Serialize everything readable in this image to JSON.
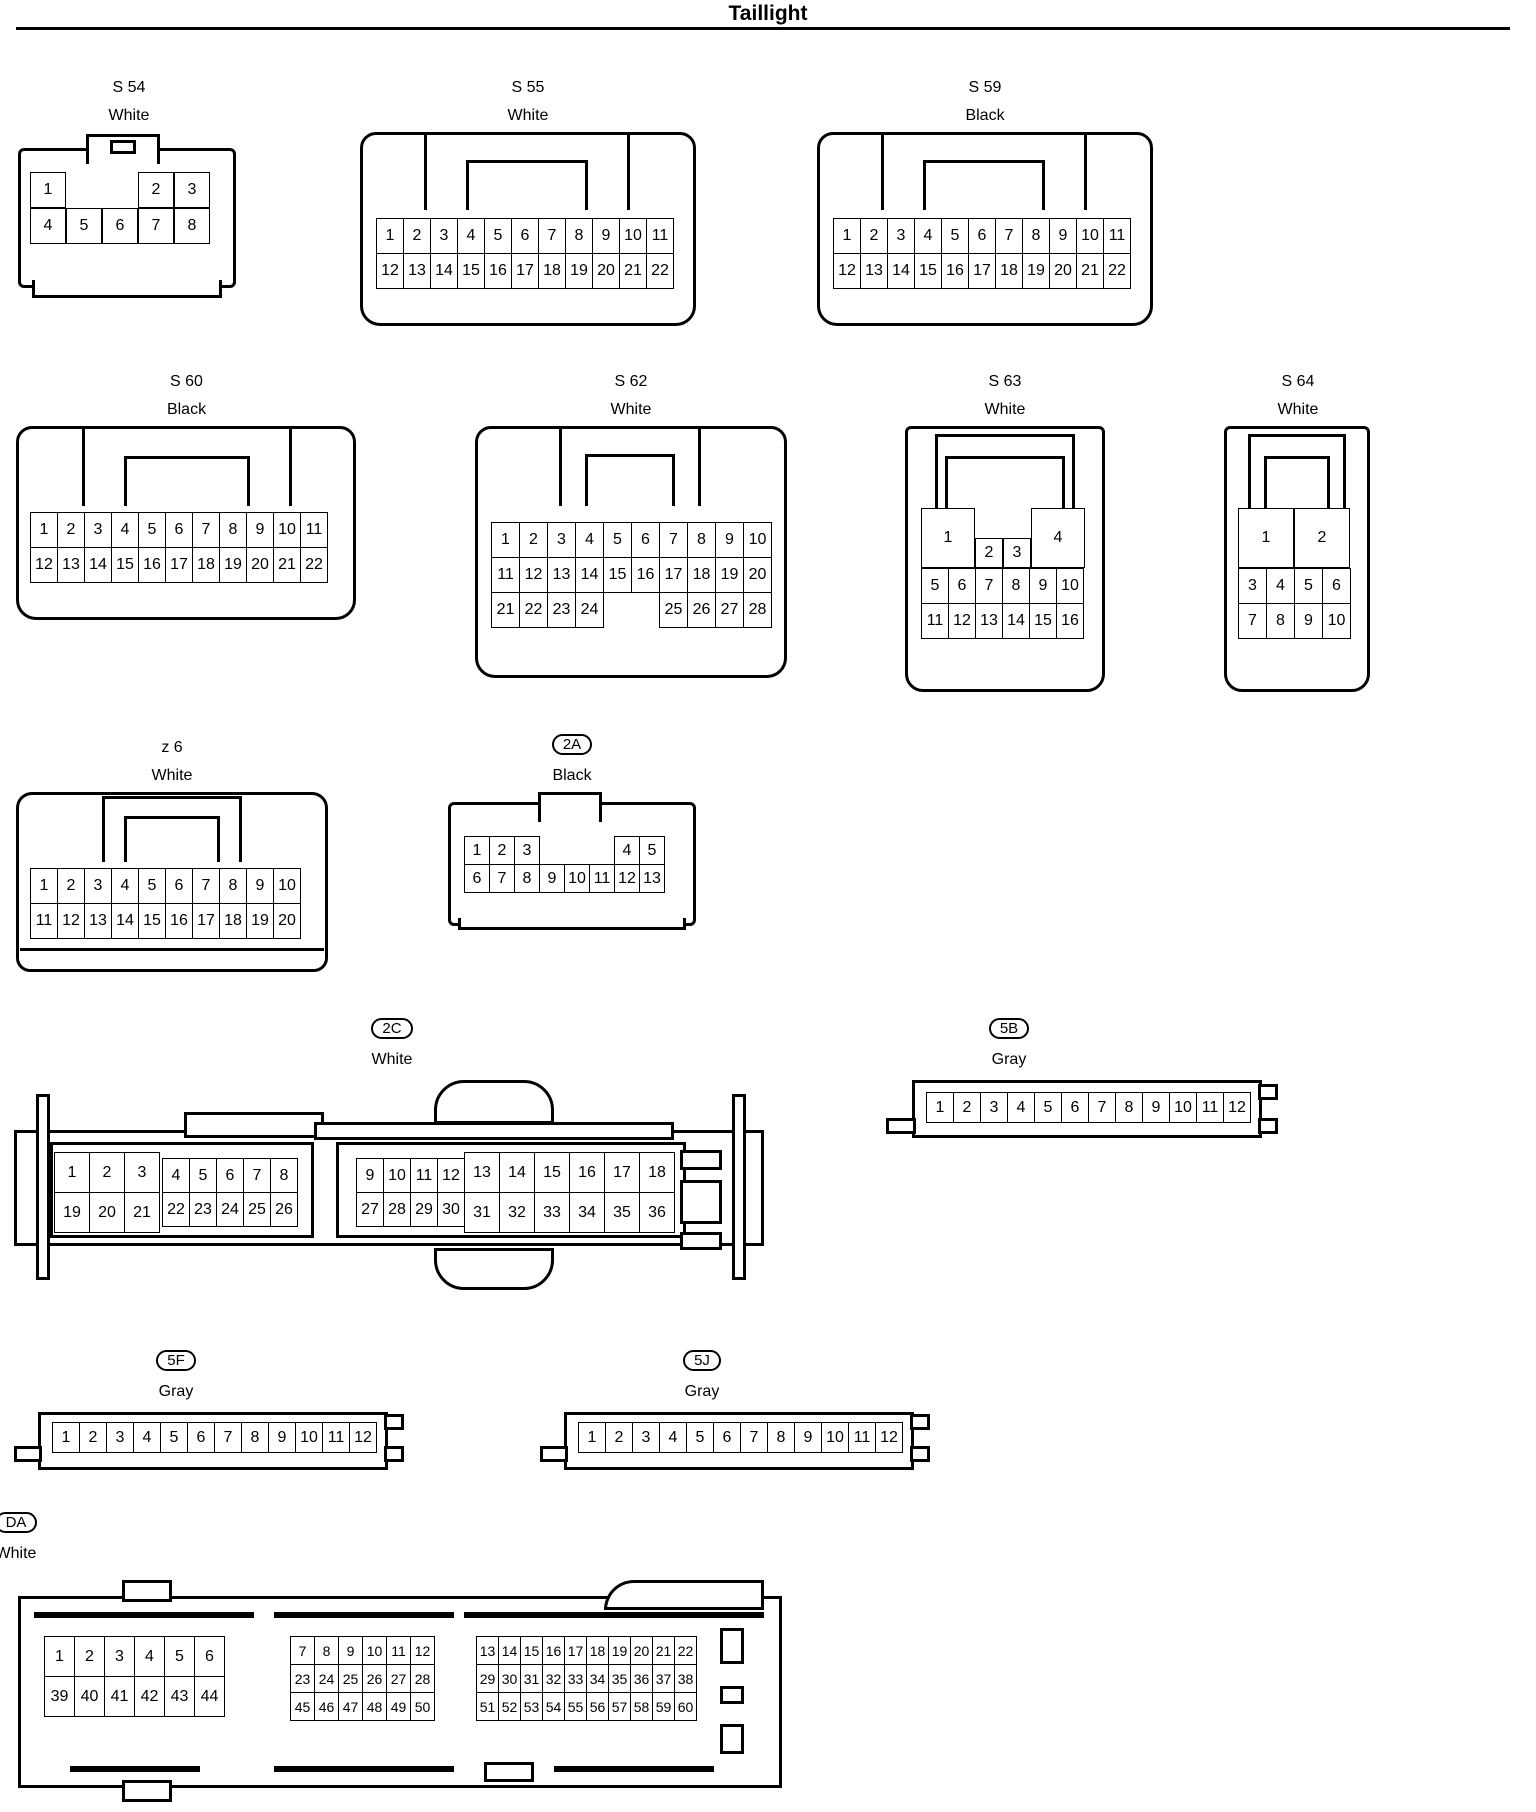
{
  "page": {
    "title": "Taillight"
  },
  "connectors": {
    "s54": {
      "id": "S 54",
      "color": "White"
    },
    "s55": {
      "id": "S 55",
      "color": "White"
    },
    "s59": {
      "id": "S 59",
      "color": "Black"
    },
    "s60": {
      "id": "S 60",
      "color": "Black"
    },
    "s62": {
      "id": "S 62",
      "color": "White"
    },
    "s63": {
      "id": "S 63",
      "color": "White"
    },
    "s64": {
      "id": "S 64",
      "color": "White"
    },
    "z6": {
      "id": "z 6",
      "color": "White"
    },
    "2a": {
      "id": "2A",
      "color": "Black"
    },
    "2c": {
      "id": "2C",
      "color": "White"
    },
    "5b": {
      "id": "5B",
      "color": "Gray"
    },
    "5f": {
      "id": "5F",
      "color": "Gray"
    },
    "5j": {
      "id": "5J",
      "color": "Gray"
    },
    "da": {
      "id": "DA",
      "color": "White"
    }
  }
}
